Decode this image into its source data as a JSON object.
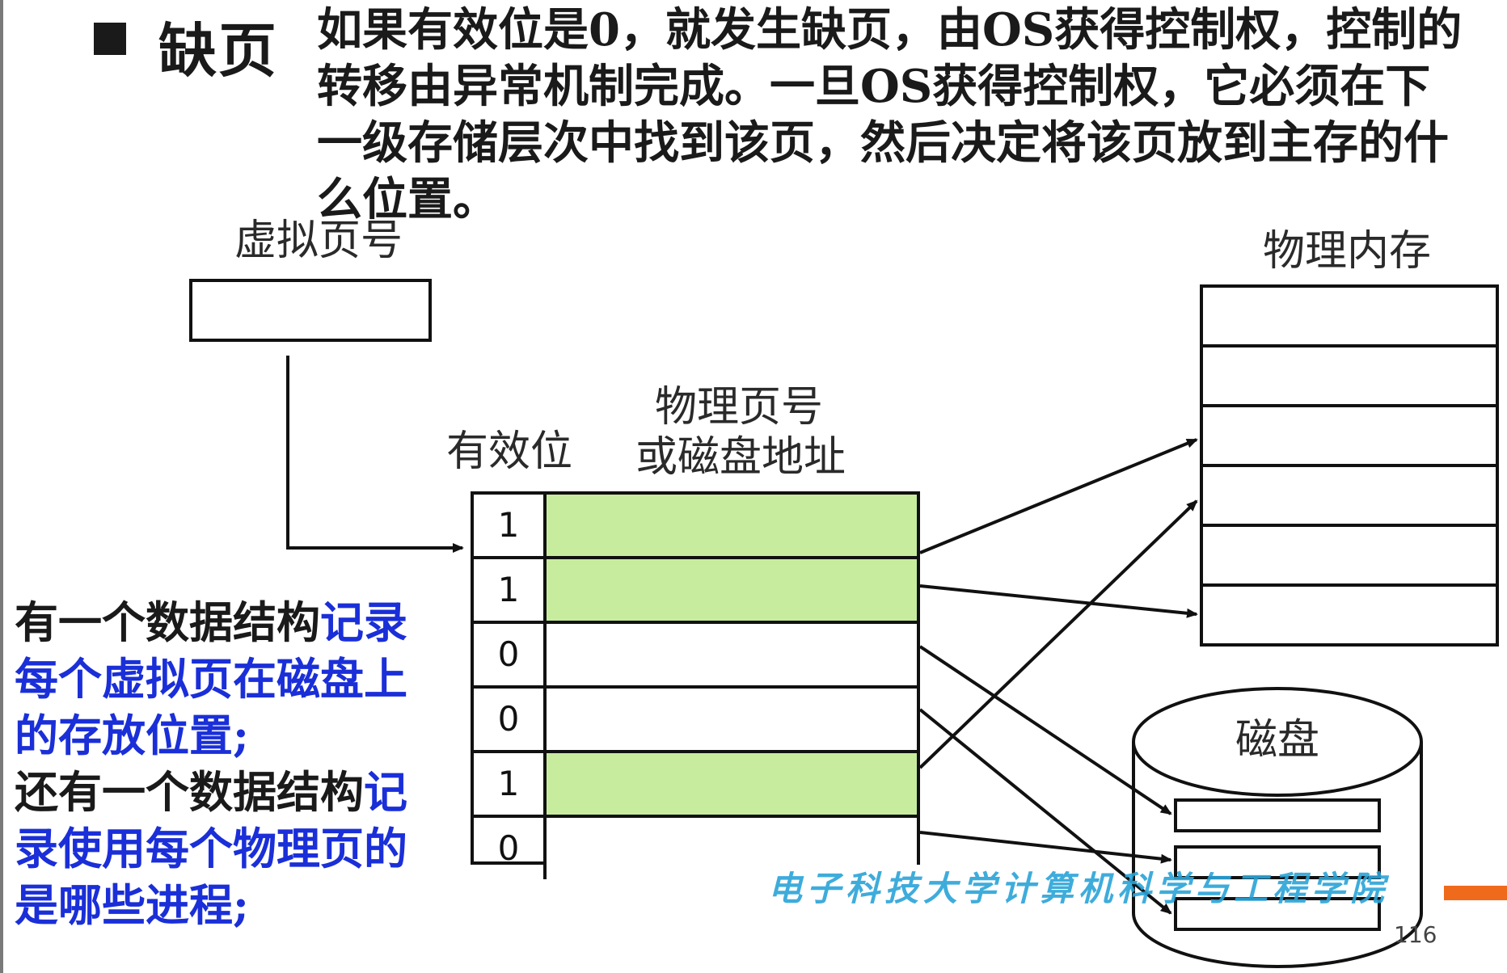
{
  "heading": {
    "bullet": "■",
    "title": "缺页",
    "paragraph_lines": [
      "如果有效位是0，就发生缺页，由OS获得控制权，控制的",
      "转移由异常机制完成。一旦OS获得控制权，它必须在下",
      "一级存储层次中找到该页，然后决定将该页放到主存的什",
      "么位置。"
    ]
  },
  "labels": {
    "virtual_page_number": "虚拟页号",
    "valid_bit": "有效位",
    "ppn_line1": "物理页号",
    "ppn_line2": "或磁盘地址",
    "physical_memory": "物理内存",
    "disk": "磁盘"
  },
  "page_table": {
    "rows": [
      {
        "valid": "1",
        "in_memory": true
      },
      {
        "valid": "1",
        "in_memory": true
      },
      {
        "valid": "0",
        "in_memory": false
      },
      {
        "valid": "0",
        "in_memory": false
      },
      {
        "valid": "1",
        "in_memory": true
      },
      {
        "valid": "0",
        "in_memory": false
      }
    ]
  },
  "side_note": [
    [
      {
        "text": "有一个数据结构",
        "color": "black"
      },
      {
        "text": "记录",
        "color": "blue"
      }
    ],
    [
      {
        "text": "每个虚拟页在磁盘上",
        "color": "blue"
      }
    ],
    [
      {
        "text": "的存放位置;",
        "color": "blue"
      }
    ],
    [
      {
        "text": "还有一个数据结构",
        "color": "black"
      },
      {
        "text": "记",
        "color": "blue"
      }
    ],
    [
      {
        "text": "录使用每个物理页的",
        "color": "blue"
      }
    ],
    [
      {
        "text": "是哪些进程;",
        "color": "blue"
      }
    ]
  ],
  "footer": {
    "watermark": "电子科技大学计算机科学与工程学院",
    "page_number": "116"
  },
  "colors": {
    "valid_fill": "#c8ec9e",
    "highlight_text": "#1a2fd8",
    "watermark": "#2aa4d8",
    "accent_bar": "#f06a1c"
  }
}
